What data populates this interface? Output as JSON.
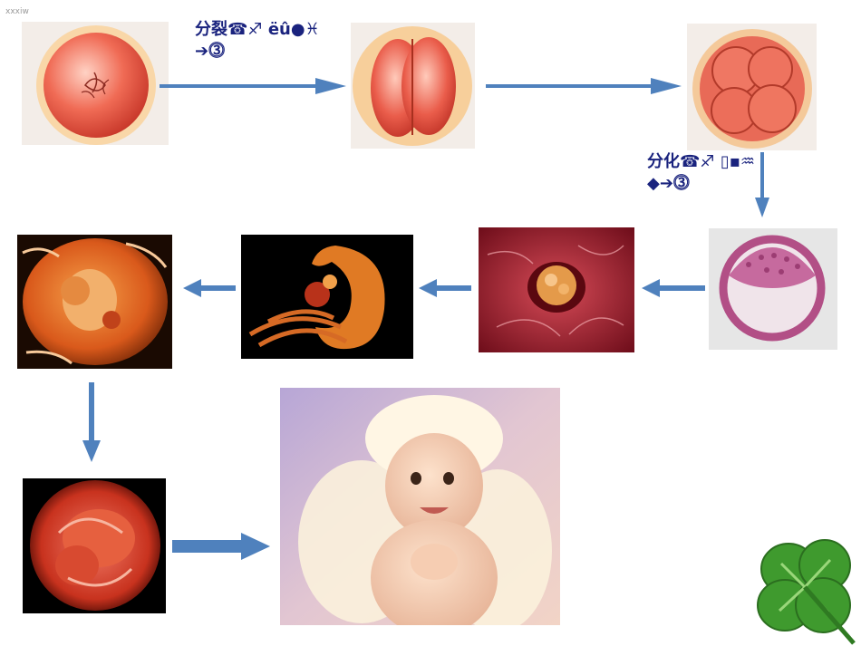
{
  "watermark": "xxxiw",
  "labels": {
    "division_line1": "分裂☎♐ ëû●♓",
    "division_line2": "➔⓷",
    "differentiation_line1": "分化☎♐ ▯▪♒",
    "differentiation_line2": "◆➔⓷"
  },
  "colors": {
    "arrow": "#4f81bd",
    "label": "#1a237e",
    "cell": "#e8604c",
    "cell_rim": "#f6c48a",
    "clover": "#3f9a2e"
  },
  "icons": {
    "clover": "four-leaf-clover-icon"
  }
}
